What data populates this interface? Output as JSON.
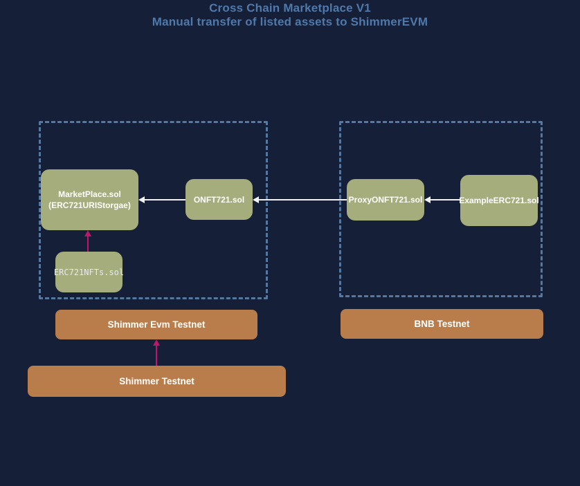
{
  "title": {
    "line1": "Cross Chain Marketplace V1",
    "line2": "Manual transfer of listed assets to ShimmerEVM"
  },
  "nodes": {
    "marketplace": {
      "line1": "MarketPlace.sol",
      "line2": "(ERC721URIStorgae)"
    },
    "onft721": {
      "label": "ONFT721.sol"
    },
    "erc721nfts": {
      "label": "ERC721NFTs.sol"
    },
    "proxyonft721": {
      "label": "ProxyONFT721.sol"
    },
    "exampleerc721": {
      "label": "ExampleERC721.sol"
    }
  },
  "chains": {
    "shimmer_evm": {
      "label": "Shimmer Evm Testnet"
    },
    "bnb": {
      "label": "BNB Testnet"
    },
    "shimmer": {
      "label": "Shimmer Testnet"
    }
  },
  "edges": [
    {
      "from": "ONFT721.sol",
      "to": "MarketPlace.sol",
      "color": "#f2f2f2",
      "direction": "left"
    },
    {
      "from": "ProxyONFT721.sol",
      "to": "ONFT721.sol",
      "color": "#f2f2f2",
      "direction": "left"
    },
    {
      "from": "ExampleERC721.sol",
      "to": "ProxyONFT721.sol",
      "color": "#f2f2f2",
      "direction": "left"
    },
    {
      "from": "ERC721NFTs.sol",
      "to": "MarketPlace.sol",
      "color": "#c0156e",
      "direction": "up"
    },
    {
      "from": "Shimmer Testnet",
      "to": "Shimmer Evm Testnet",
      "color": "#c0156e",
      "direction": "up"
    }
  ],
  "colors": {
    "background": "#161f38",
    "title_text": "#4e79aa",
    "node_fill": "#a5ad7c",
    "node_text": "#ffffff",
    "chain_fill": "#b97d4b",
    "group_border": "#54789f",
    "white_arrow": "#f2f2f2",
    "magenta_arrow": "#c0156e"
  }
}
